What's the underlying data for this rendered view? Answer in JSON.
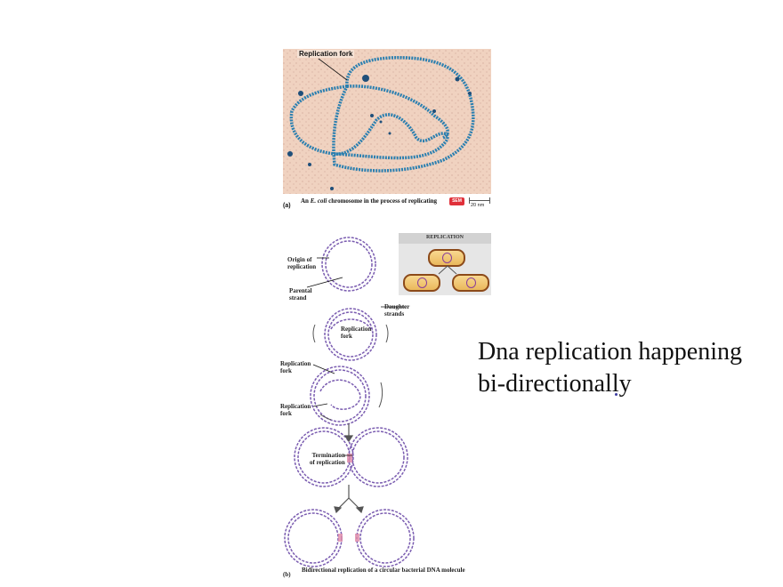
{
  "panel_a": {
    "fork_label": "Replication fork",
    "letter": "(a)",
    "caption_pre": "An ",
    "caption_italic": "E. coli",
    "caption_post": " chromosome in the process of replicating",
    "badge": "SEM",
    "scale_bar": "20 nm",
    "colors": {
      "background": "#f0d2c0",
      "dna": "#2a7fb0",
      "badge": "#e0303a"
    }
  },
  "panel_b": {
    "letter": "(b)",
    "caption": "Bidirectional replication of a circular bacterial DNA molecule",
    "labels": {
      "origin": [
        "Origin of",
        "replication"
      ],
      "parental": [
        "Parental",
        "strand"
      ],
      "daughter": [
        "Daughter",
        "strands"
      ],
      "fork_inner": [
        "Replication",
        "fork"
      ],
      "fork_1": [
        "Replication",
        "fork"
      ],
      "fork_2": [
        "Replication",
        "fork"
      ],
      "termination": [
        "Termination",
        "of replication"
      ]
    },
    "inset": {
      "title": "REPLICATION"
    },
    "colors": {
      "dna": "#7a5cb0",
      "termination": "#e08aa8",
      "cell_fill": "#f2c872",
      "cell_border": "#8c4a1a"
    }
  },
  "main_text": {
    "line1": "Dna replication happening",
    "line2": "bi-directionally"
  }
}
